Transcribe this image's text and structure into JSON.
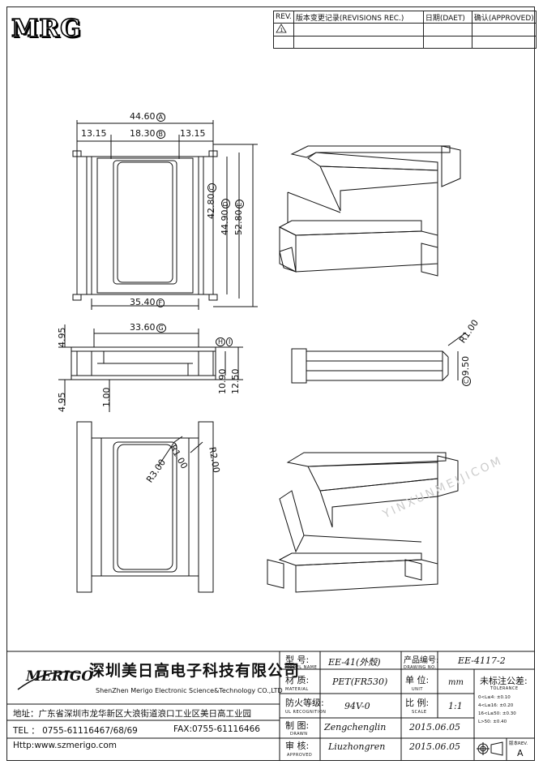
{
  "logo_top": "MRG",
  "revision": {
    "headers": [
      "REV.",
      "版本变更记录(REVISIONS REC.)",
      "日期(DAET)",
      "确认(APPROVED)"
    ],
    "rev_mark": "1"
  },
  "dimensions": {
    "front_total_width": "44.60",
    "front_total_width_tag": "A",
    "front_left_seg": "13.15",
    "front_mid_seg": "18.30",
    "front_mid_tag": "B",
    "front_right_seg": "13.15",
    "front_h1": "42.80",
    "front_h1_tag": "C",
    "front_h2": "44.90",
    "front_h2_tag": "D",
    "front_h3": "52.80",
    "front_h3_tag": "E",
    "front_bottom_width": "35.40",
    "front_bottom_tag": "F",
    "side_top_left": "4.95",
    "side_width": "33.60",
    "side_width_tag": "G",
    "side_tag_h": "H",
    "side_tag_i": "I",
    "side_h1": "10.90",
    "side_h2": "12.50",
    "side_bottom_left": "4.95",
    "side_small": "1.00",
    "end_radius": "R1.00",
    "end_dim": "9.50",
    "end_dim_tag": "C",
    "bottom_r3": "R3.00",
    "bottom_r1": "R1.00",
    "bottom_r2": "R2.00"
  },
  "company": {
    "brand": "MERIGO",
    "name_cn": "深圳美日高电子科技有限公司",
    "name_en": "ShenZhen Merigo Electronic Science&Technology CO.,LTD",
    "address": "地址：广东省深圳市龙华新区大浪街道浪口工业区美日高工业园",
    "tel": "TEL ： 0755-61116467/68/69",
    "fax": "FAX:0755-61116466",
    "web": "Http:www.szmerigo.com"
  },
  "title_block": {
    "model_label": "型  号:",
    "model_label_en": "MODEL NAME",
    "model_value": "EE-41(外殼)",
    "drawing_no_label": "产品编号:",
    "drawing_no_label_en": "DRAWING NO.",
    "drawing_no_value": "EE-4117-2",
    "material_label": "材  质:",
    "material_label_en": "MATERIAL",
    "material_value": "PET(FR530)",
    "unit_label": "单  位:",
    "unit_label_en": "UNIT",
    "unit_value": "mm",
    "tolerance_label": "未标注公差:",
    "tolerance_label_en": "TOLERANCE",
    "ul_label": "防火等级:",
    "ul_label_en": "UL RECOGNITION",
    "ul_value": "94V-0",
    "scale_label": "比  例:",
    "scale_label_en": "SCALE",
    "scale_value": "1:1",
    "drawn_label": "制  图:",
    "drawn_label_en": "DRAWN",
    "drawn_by": "Zengchenglin",
    "drawn_date": "2015.06.05",
    "approved_label": "审  核:",
    "approved_label_en": "APPROVED",
    "approved_by": "Liuzhongren",
    "approved_date": "2015.06.05",
    "tolerances": [
      "0<L≤4:  ±0.10",
      "4<L≤16:  ±0.20",
      "16<L≤50: ±0.30",
      "L>50:  ±0.40"
    ],
    "version_label": "版本REV.",
    "version_value": "A"
  },
  "watermark": "YINXUNMEIJICOM"
}
